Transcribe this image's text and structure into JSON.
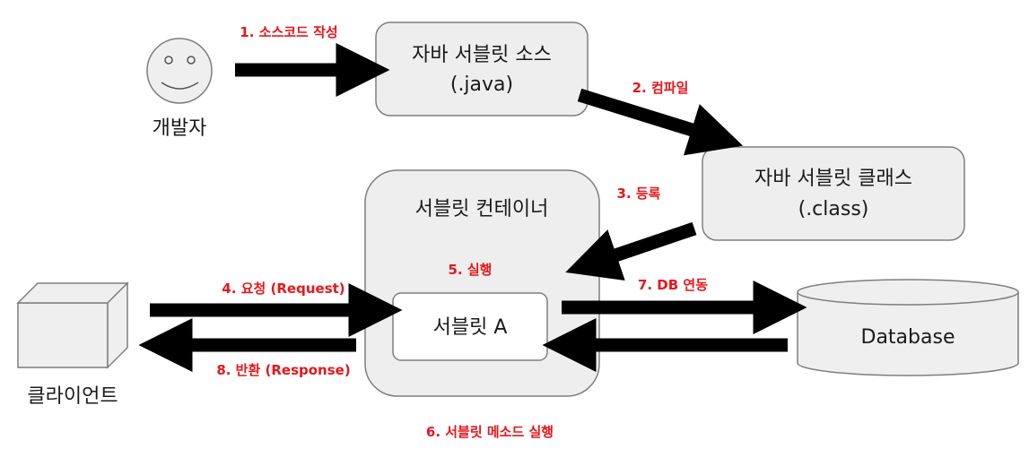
{
  "nodes": {
    "developer": {
      "label": "개발자"
    },
    "source": {
      "line1": "자바 서블릿 소스",
      "line2": "(.java)"
    },
    "class_file": {
      "line1": "자바 서블릿 클래스",
      "line2": "(.class)"
    },
    "container": {
      "label": "서블릿 컨테이너"
    },
    "servlet": {
      "label": "서블릿 A"
    },
    "client": {
      "label": "클라이언트"
    },
    "database": {
      "label": "Database"
    }
  },
  "steps": {
    "s1": "1. 소스코드 작성",
    "s2": "2. 컴파일",
    "s3": "3. 등록",
    "s4": "4. 요청 (Request)",
    "s5": "5. 실행",
    "s6": "6. 서블릿 메소드 실행",
    "s7": "7. DB 연동",
    "s8": "8. 반환 (Response)"
  },
  "colors": {
    "step_text": "#e8161b",
    "box_fill": "#eeeeee",
    "box_stroke": "#7f7f7f",
    "arrow": "#000000"
  }
}
